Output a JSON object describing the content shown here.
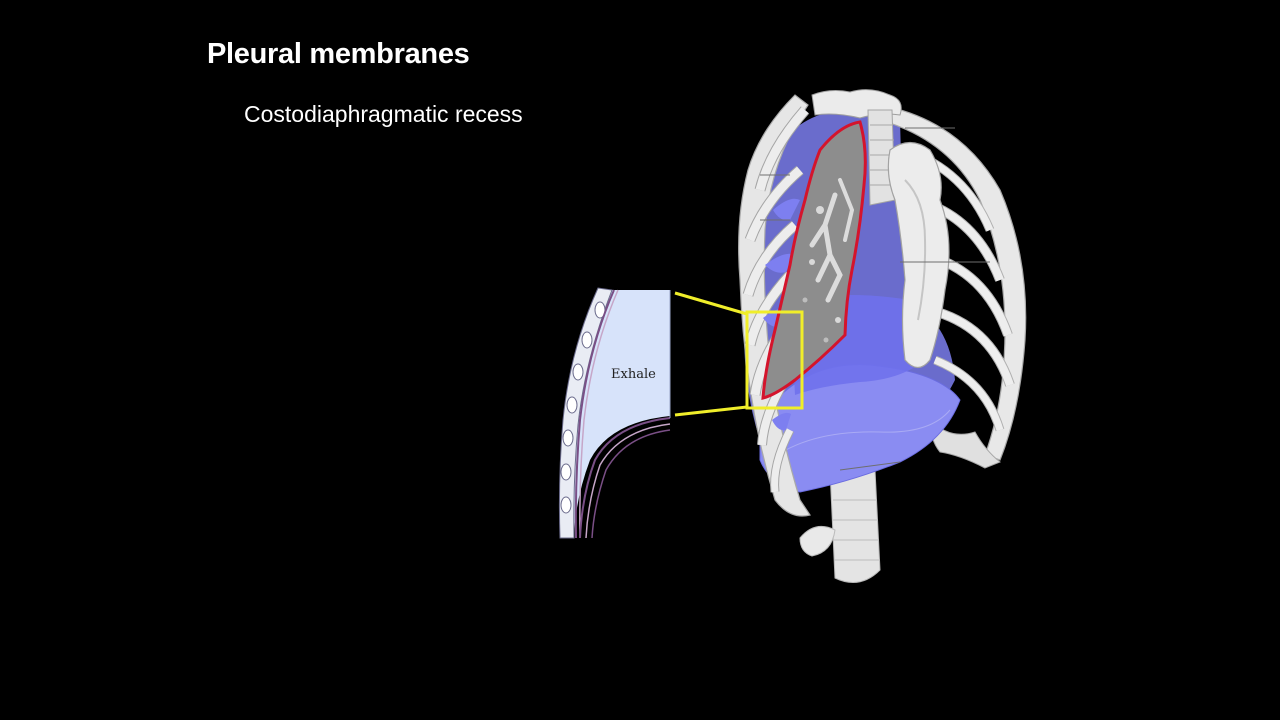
{
  "slide": {
    "title": "Pleural membranes",
    "subtitle": "Costodiaphragmatic recess"
  },
  "inset": {
    "label": "Exhale"
  },
  "colors": {
    "background": "#000000",
    "text": "#ffffff",
    "pleura": "#7d7ff0",
    "bone": "#e6e6e6",
    "lung": "#8d8d8d",
    "lung_outline": "#d4142c",
    "highlight": "#f0ee2a",
    "inset_fill": "#d7e3fa"
  },
  "icons": {
    "main_figure": "thorax-ribcage-diagram",
    "inset": "pleural-recess-detail"
  }
}
